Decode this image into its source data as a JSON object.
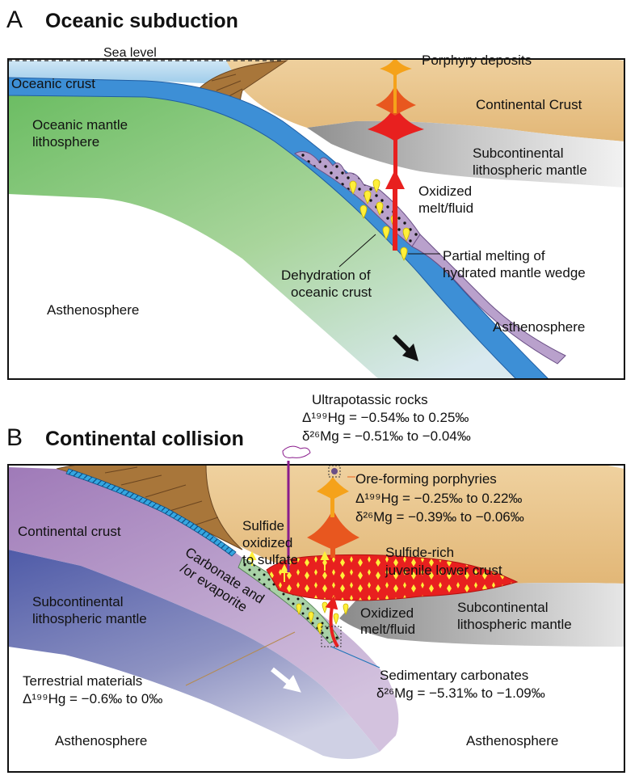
{
  "panel_a": {
    "letter": "A",
    "title": "Oceanic subduction",
    "labels": {
      "sea_level": "Sea level",
      "oceanic_crust": "Oceanic crust",
      "porphyry_deposits": "Porphyry deposits",
      "continental_crust": "Continental Crust",
      "oceanic_mantle_l1": "Oceanic mantle",
      "oceanic_mantle_l2": "lithosphere",
      "subcont_l1": "Subcontinental",
      "subcont_l2": "lithospheric mantle",
      "oxidized_l1": "Oxidized",
      "oxidized_l2": "melt/fluid",
      "partial_l1": "Partial melting of",
      "partial_l2": "hydrated mantle wedge",
      "dehydration_l1": "Dehydration of",
      "dehydration_l2": "oceanic crust",
      "astheno_left": "Asthenosphere",
      "astheno_right": "Asthenosphere"
    }
  },
  "panel_b": {
    "letter": "B",
    "title": "Continental collision",
    "labels": {
      "ultra_l1": "Ultrapotassic rocks",
      "ultra_l2": "Δ¹⁹⁹Hg = −0.54‰ to 0.25‰",
      "ultra_l3": "δ²⁶Mg = −0.51‰ to −0.04‰",
      "ore_l1": "Ore-forming porphyries",
      "ore_l2": "Δ¹⁹⁹Hg = −0.25‰ to 0.22‰",
      "ore_l3": "δ²⁶Mg = −0.39‰ to −0.06‰",
      "continental_crust": "Continental crust",
      "sulfide_l1": "Sulfide",
      "sulfide_l2": "oxidized",
      "sulfide_l3": "to sulfate",
      "sulfide_rich_l1": "Sulfide-rich",
      "sulfide_rich_l2": "juvenile lower crust",
      "carbonate_l1": "Carbonate and",
      "carbonate_l2": "/or evaporite",
      "subcont_left_l1": "Subcontinental",
      "subcont_left_l2": "lithospheric mantle",
      "oxidized_l1": "Oxidized",
      "oxidized_l2": "melt/fluid",
      "subcont_right_l1": "Subcontinental",
      "subcont_right_l2": "lithospheric mantle",
      "terrestrial_l1": "Terrestrial materials",
      "terrestrial_l2": "Δ¹⁹⁹Hg = −0.6‰ to 0‰",
      "sed_l1": "Sedimentary carbonates",
      "sed_l2": "δ²⁶Mg = −5.31‰ to −1.09‰",
      "astheno_left": "Asthenosphere",
      "astheno_right": "Asthenosphere"
    }
  },
  "colors": {
    "continental_crust": "#e8c181",
    "oceanic_crust": "#3d8fd6",
    "oceanic_mantle": "#79bf6e",
    "subcont_mantle": "#c9c9c9",
    "mantle_wedge": "#b9a1cc",
    "melt_red": "#e8201f",
    "melt_orange": "#f5a21a",
    "continental_purple": "#a887c0",
    "subcont_blue": "#5e68b0",
    "sediment_brown": "#a8763a",
    "ultra_text": "#8a1c8c",
    "ore_text": "#e8611d",
    "terrestrial_text": "#b68a4d",
    "sed_text": "#1c74b8"
  }
}
